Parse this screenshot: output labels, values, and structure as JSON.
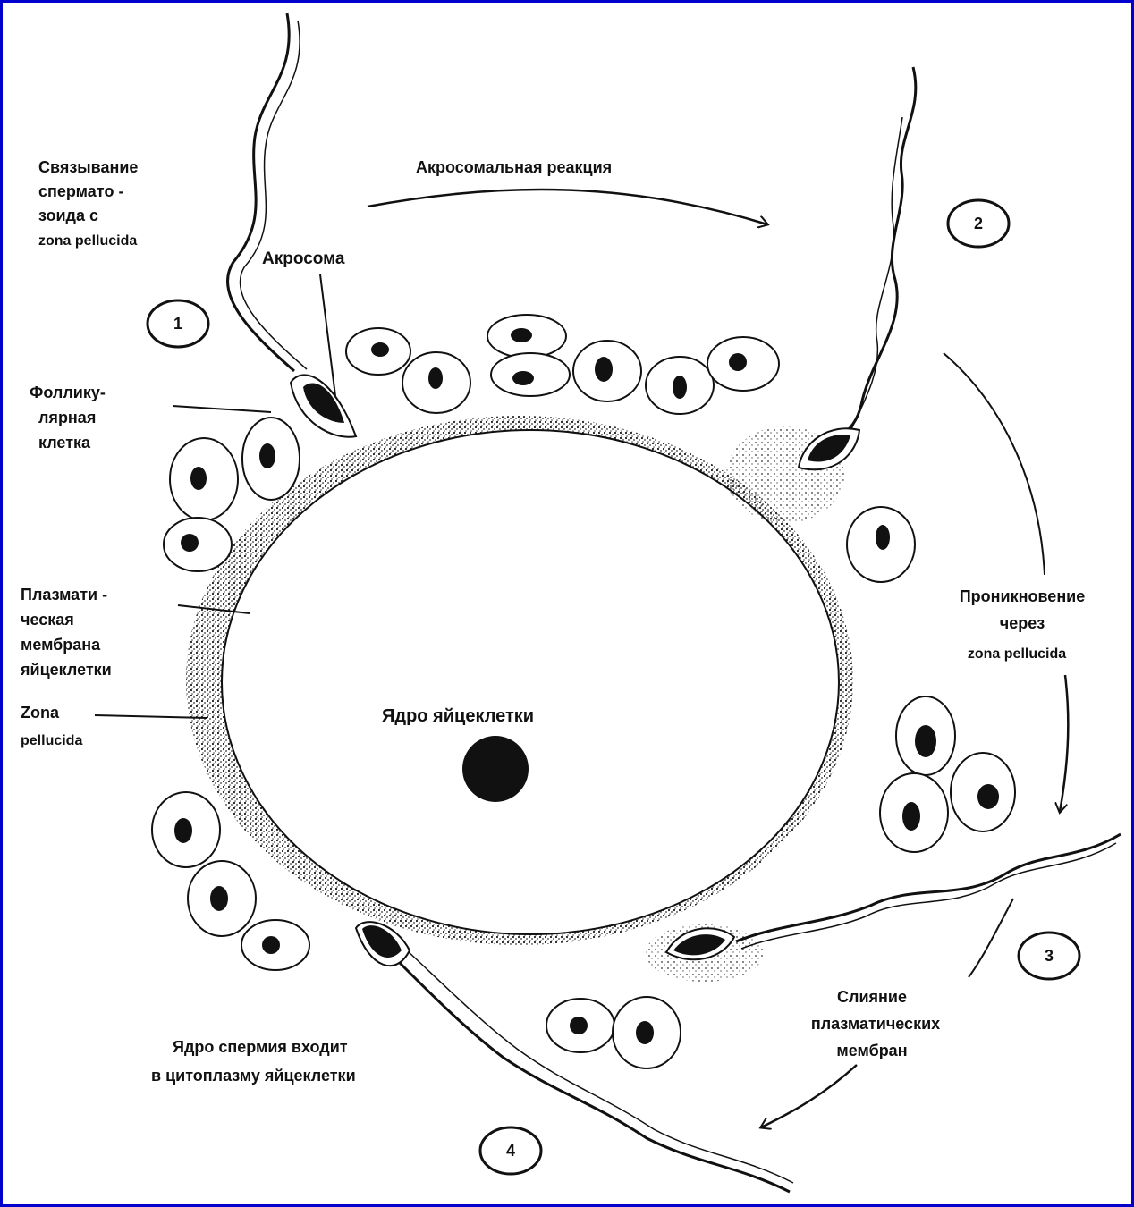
{
  "diagram": {
    "labels": {
      "binding": [
        "Связывание",
        "сперматo -",
        "зоида с",
        "zona pellucida"
      ],
      "acrosome": "Акросома",
      "acrosome_reaction": "Акросомальная реакция",
      "follicular_cell": [
        "Фоллику-",
        "лярная",
        "клетка"
      ],
      "plasma_membrane": [
        "Плазмати -",
        "ческая",
        "мембрана",
        "яйцеклетки"
      ],
      "zona_pellucida": [
        "Zona",
        "pellucida"
      ],
      "egg_nucleus": "Ядро яйцеклетки",
      "penetration": [
        "Проникновение",
        "через",
        "zona pellucida"
      ],
      "fusion": [
        "Слияние",
        "плазматических",
        "мембран"
      ],
      "sperm_nucleus_enters": [
        "Ядро  спермия входит",
        "в цитоплазму яйцеклетки"
      ]
    },
    "steps": [
      "1",
      "2",
      "3",
      "4"
    ],
    "colors": {
      "frame": "#0000cc",
      "ink": "#111111"
    }
  }
}
